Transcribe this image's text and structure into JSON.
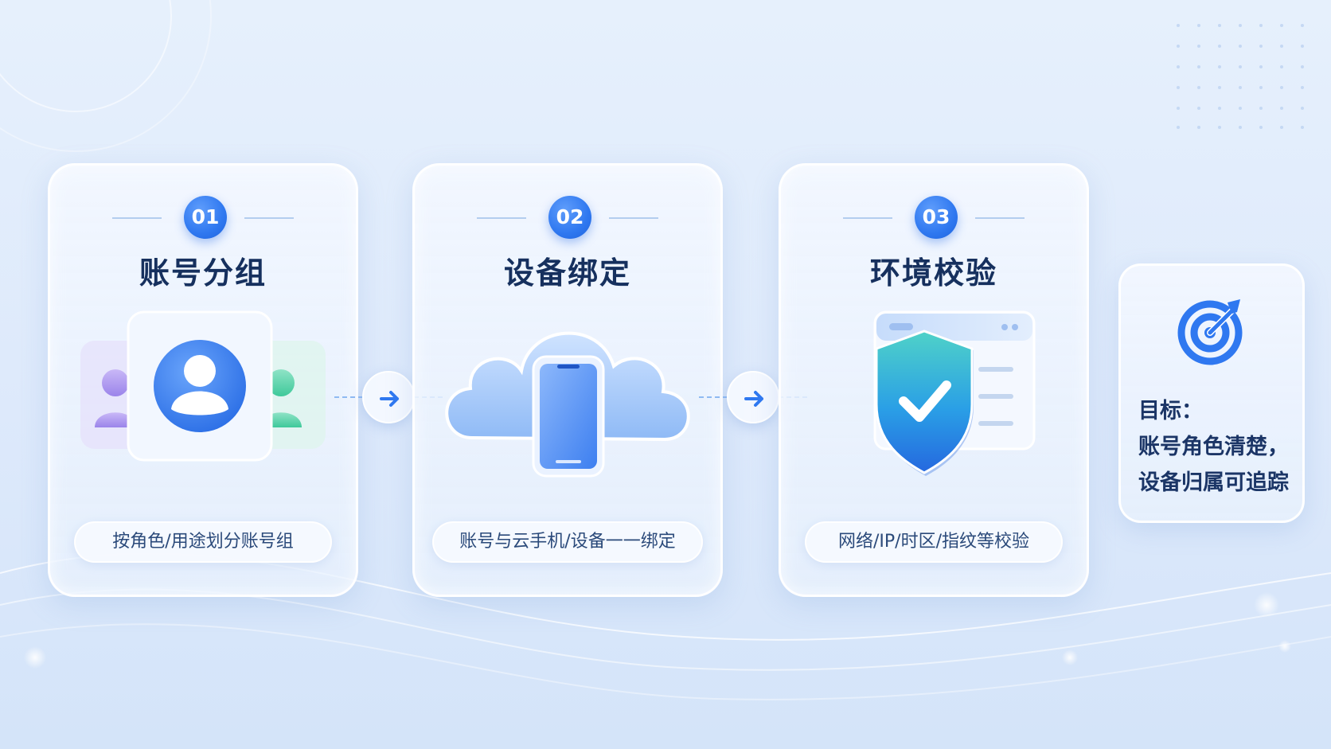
{
  "steps": [
    {
      "number": "01",
      "title": "账号分组",
      "description": "按角色/用途划分账号组"
    },
    {
      "number": "02",
      "title": "设备绑定",
      "description": "账号与云手机/设备一一绑定"
    },
    {
      "number": "03",
      "title": "环境校验",
      "description": "网络/IP/时区/指纹等校验"
    }
  ],
  "goal": {
    "label": "目标：",
    "line1": "账号角色清楚，",
    "line2": "设备归属可追踪",
    "icon": "target-icon"
  },
  "icons": {
    "step1": "user-group-icon",
    "step2": "cloud-phone-icon",
    "step3": "shield-checklist-icon",
    "connector": "arrow-right-icon"
  },
  "colors": {
    "accent": "#2f78f0",
    "title_text": "#16305e",
    "body_text": "#2b4a7a",
    "background": "#e1ecfb",
    "check_green": "#22c3a0"
  }
}
